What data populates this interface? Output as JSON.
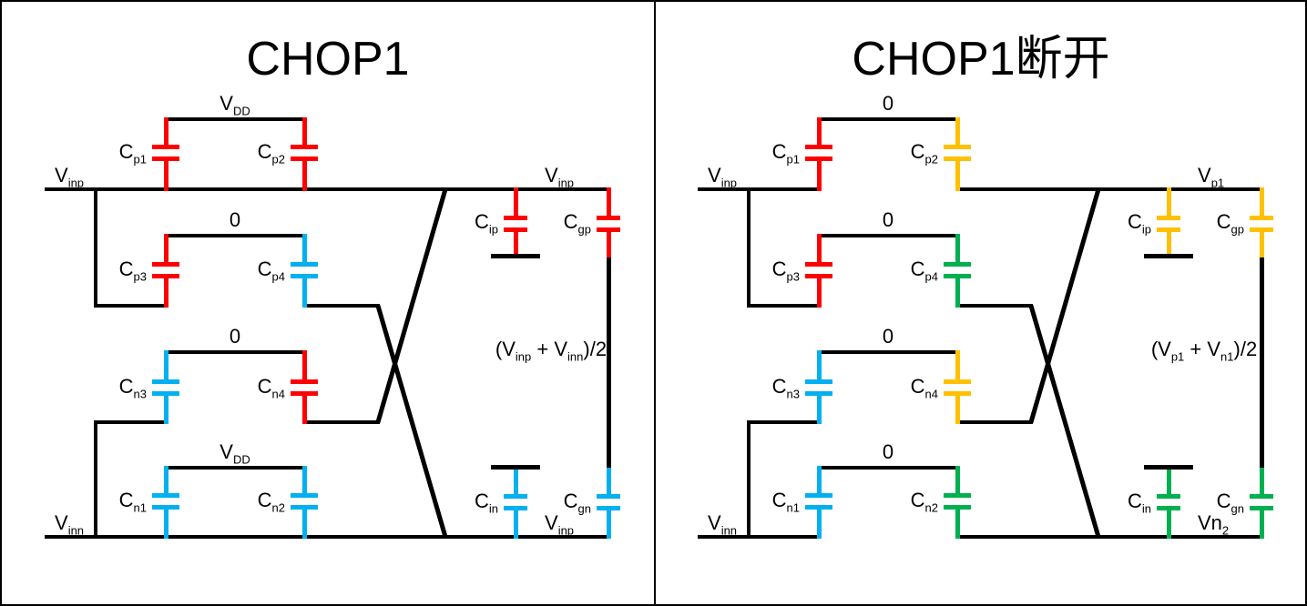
{
  "colors": {
    "red": "#FF0000",
    "blue": "#00B0F0",
    "yellow": "#FFC000",
    "green": "#00B050",
    "wire": "#000000",
    "background": "#FFFFFF"
  },
  "panels": [
    {
      "id": "chop1-connected",
      "title": "CHOP1",
      "rail_gap": false,
      "bracket_labels": [
        [
          {
            "t": "V"
          },
          {
            "t": "DD",
            "sub": true
          }
        ],
        [
          {
            "t": "0"
          }
        ],
        [
          {
            "t": "0"
          }
        ],
        [
          {
            "t": "V"
          },
          {
            "t": "DD",
            "sub": true
          }
        ]
      ],
      "cap_groups": [
        {
          "left": {
            "name": "Cp1",
            "color": "red",
            "label": [
              {
                "t": "C"
              },
              {
                "t": "p1",
                "sub": true
              }
            ]
          },
          "right": {
            "name": "Cp2",
            "color": "red",
            "label": [
              {
                "t": "C"
              },
              {
                "t": "p2",
                "sub": true
              }
            ]
          }
        },
        {
          "left": {
            "name": "Cp3",
            "color": "red",
            "label": [
              {
                "t": "C"
              },
              {
                "t": "p3",
                "sub": true
              }
            ]
          },
          "right": {
            "name": "Cp4",
            "color": "blue",
            "label": [
              {
                "t": "C"
              },
              {
                "t": "p4",
                "sub": true
              }
            ]
          }
        },
        {
          "left": {
            "name": "Cn3",
            "color": "blue",
            "label": [
              {
                "t": "C"
              },
              {
                "t": "n3",
                "sub": true
              }
            ]
          },
          "right": {
            "name": "Cn4",
            "color": "red",
            "label": [
              {
                "t": "C"
              },
              {
                "t": "n4",
                "sub": true
              }
            ]
          }
        },
        {
          "left": {
            "name": "Cn1",
            "color": "blue",
            "label": [
              {
                "t": "C"
              },
              {
                "t": "n1",
                "sub": true
              }
            ]
          },
          "right": {
            "name": "Cn2",
            "color": "blue",
            "label": [
              {
                "t": "C"
              },
              {
                "t": "n2",
                "sub": true
              }
            ]
          }
        }
      ],
      "io_caps": [
        {
          "name": "Cip",
          "color": "red",
          "label": [
            {
              "t": "C"
            },
            {
              "t": "ip",
              "sub": true
            }
          ]
        },
        {
          "name": "Cgp",
          "color": "red",
          "label": [
            {
              "t": "C"
            },
            {
              "t": "gp",
              "sub": true
            }
          ]
        },
        {
          "name": "Cin",
          "color": "blue",
          "label": [
            {
              "t": "C"
            },
            {
              "t": "in",
              "sub": true
            }
          ]
        },
        {
          "name": "Cgn",
          "color": "blue",
          "label": [
            {
              "t": "C"
            },
            {
              "t": "gn",
              "sub": true
            }
          ]
        }
      ],
      "node_labels": {
        "top_left": [
          {
            "t": "V"
          },
          {
            "t": "inp",
            "sub": true
          }
        ],
        "top_right": [
          {
            "t": "V"
          },
          {
            "t": "inp",
            "sub": true
          }
        ],
        "bottom_left": [
          {
            "t": "V"
          },
          {
            "t": "inn",
            "sub": true
          }
        ],
        "bottom_right": [
          {
            "t": "V"
          },
          {
            "t": "inp",
            "sub": true
          }
        ],
        "mid_formula": [
          {
            "t": "(V"
          },
          {
            "t": "inp",
            "sub": true
          },
          {
            "t": " + V"
          },
          {
            "t": "inn",
            "sub": true
          },
          {
            "t": ")/2"
          }
        ]
      }
    },
    {
      "id": "chop1-disconnected",
      "title": "CHOP1断开",
      "rail_gap": true,
      "bracket_labels": [
        [
          {
            "t": "0"
          }
        ],
        [
          {
            "t": "0"
          }
        ],
        [
          {
            "t": "0"
          }
        ],
        [
          {
            "t": "0"
          }
        ]
      ],
      "cap_groups": [
        {
          "left": {
            "name": "Cp1",
            "color": "red",
            "label": [
              {
                "t": "C"
              },
              {
                "t": "p1",
                "sub": true
              }
            ]
          },
          "right": {
            "name": "Cp2",
            "color": "yellow",
            "label": [
              {
                "t": "C"
              },
              {
                "t": "p2",
                "sub": true
              }
            ]
          }
        },
        {
          "left": {
            "name": "Cp3",
            "color": "red",
            "label": [
              {
                "t": "C"
              },
              {
                "t": "p3",
                "sub": true
              }
            ]
          },
          "right": {
            "name": "Cp4",
            "color": "green",
            "label": [
              {
                "t": "C"
              },
              {
                "t": "p4",
                "sub": true
              }
            ]
          }
        },
        {
          "left": {
            "name": "Cn3",
            "color": "blue",
            "label": [
              {
                "t": "C"
              },
              {
                "t": "n3",
                "sub": true
              }
            ]
          },
          "right": {
            "name": "Cn4",
            "color": "yellow",
            "label": [
              {
                "t": "C"
              },
              {
                "t": "n4",
                "sub": true
              }
            ]
          }
        },
        {
          "left": {
            "name": "Cn1",
            "color": "blue",
            "label": [
              {
                "t": "C"
              },
              {
                "t": "n1",
                "sub": true
              }
            ]
          },
          "right": {
            "name": "Cn2",
            "color": "green",
            "label": [
              {
                "t": "C"
              },
              {
                "t": "n2",
                "sub": true
              }
            ]
          }
        }
      ],
      "io_caps": [
        {
          "name": "Cip",
          "color": "yellow",
          "label": [
            {
              "t": "C"
            },
            {
              "t": "ip",
              "sub": true
            }
          ]
        },
        {
          "name": "Cgp",
          "color": "yellow",
          "label": [
            {
              "t": "C"
            },
            {
              "t": "gp",
              "sub": true
            }
          ]
        },
        {
          "name": "Cin",
          "color": "green",
          "label": [
            {
              "t": "C"
            },
            {
              "t": "in",
              "sub": true
            }
          ]
        },
        {
          "name": "Cgn",
          "color": "green",
          "label": [
            {
              "t": "C"
            },
            {
              "t": "gn",
              "sub": true
            }
          ]
        }
      ],
      "node_labels": {
        "top_left": [
          {
            "t": "V"
          },
          {
            "t": "inp",
            "sub": true
          }
        ],
        "top_right": [
          {
            "t": "V"
          },
          {
            "t": "p1",
            "sub": true
          }
        ],
        "bottom_left": [
          {
            "t": "V"
          },
          {
            "t": "inn",
            "sub": true
          }
        ],
        "bottom_right": [
          {
            "t": "Vn"
          },
          {
            "t": "2",
            "sub": true
          }
        ],
        "mid_formula": [
          {
            "t": "(V"
          },
          {
            "t": "p1",
            "sub": true
          },
          {
            "t": " + V"
          },
          {
            "t": "n1",
            "sub": true
          },
          {
            "t": ")/2"
          }
        ]
      }
    }
  ]
}
